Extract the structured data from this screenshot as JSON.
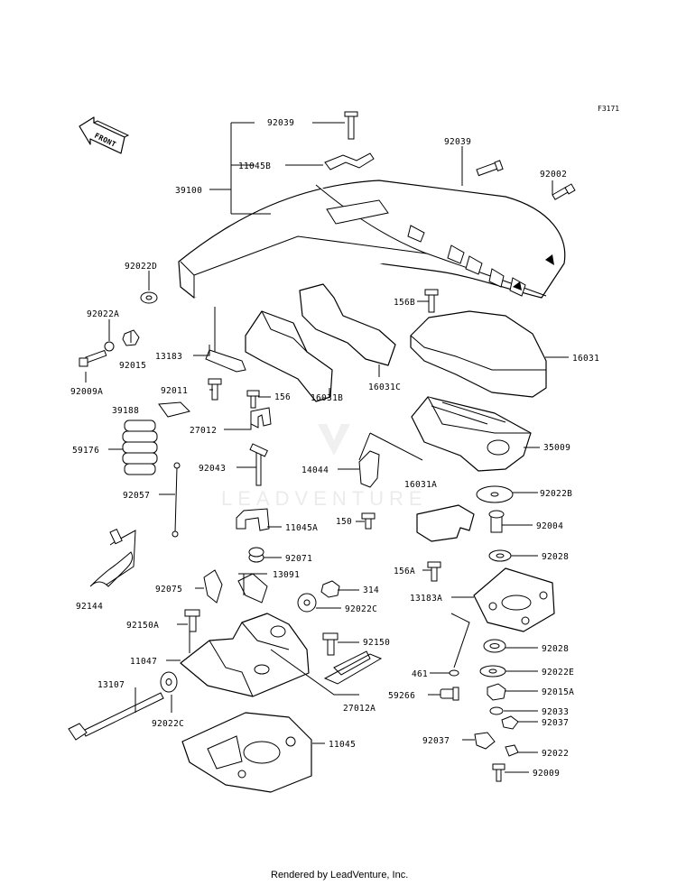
{
  "figure_id": "F3171",
  "front_arrow_label": "FRONT",
  "watermark": "LEADVENTURE",
  "footer": "Rendered by LeadVenture, Inc.",
  "callouts": [
    {
      "id": "c-92039-a",
      "label": "92039"
    },
    {
      "id": "c-11045b",
      "label": "11045B"
    },
    {
      "id": "c-39100",
      "label": "39100"
    },
    {
      "id": "c-92039-b",
      "label": "92039"
    },
    {
      "id": "c-92002",
      "label": "92002"
    },
    {
      "id": "c-92022d",
      "label": "92022D"
    },
    {
      "id": "c-92022a",
      "label": "92022A"
    },
    {
      "id": "c-92015",
      "label": "92015"
    },
    {
      "id": "c-92009a",
      "label": "92009A"
    },
    {
      "id": "c-13183",
      "label": "13183"
    },
    {
      "id": "c-156b",
      "label": "156B"
    },
    {
      "id": "c-16031",
      "label": "16031"
    },
    {
      "id": "c-16031c",
      "label": "16031C"
    },
    {
      "id": "c-92011",
      "label": "92011"
    },
    {
      "id": "c-156",
      "label": "156"
    },
    {
      "id": "c-39188",
      "label": "39188"
    },
    {
      "id": "c-16031b",
      "label": "16031B"
    },
    {
      "id": "c-27012",
      "label": "27012"
    },
    {
      "id": "c-59176",
      "label": "59176"
    },
    {
      "id": "c-35009",
      "label": "35009"
    },
    {
      "id": "c-92043",
      "label": "92043"
    },
    {
      "id": "c-14044",
      "label": "14044"
    },
    {
      "id": "c-16031a",
      "label": "16031A"
    },
    {
      "id": "c-92022b",
      "label": "92022B"
    },
    {
      "id": "c-92057",
      "label": "92057"
    },
    {
      "id": "c-11045a",
      "label": "11045A"
    },
    {
      "id": "c-150",
      "label": "150"
    },
    {
      "id": "c-92004",
      "label": "92004"
    },
    {
      "id": "c-92071",
      "label": "92071"
    },
    {
      "id": "c-92028-a",
      "label": "92028"
    },
    {
      "id": "c-156a",
      "label": "156A"
    },
    {
      "id": "c-92075",
      "label": "92075"
    },
    {
      "id": "c-13091",
      "label": "13091"
    },
    {
      "id": "c-314",
      "label": "314"
    },
    {
      "id": "c-13183a",
      "label": "13183A"
    },
    {
      "id": "c-92144",
      "label": "92144"
    },
    {
      "id": "c-92022c-a",
      "label": "92022C"
    },
    {
      "id": "c-92150a",
      "label": "92150A"
    },
    {
      "id": "c-92150",
      "label": "92150"
    },
    {
      "id": "c-11047",
      "label": "11047"
    },
    {
      "id": "c-92028-b",
      "label": "92028"
    },
    {
      "id": "c-461",
      "label": "461"
    },
    {
      "id": "c-92022e",
      "label": "92022E"
    },
    {
      "id": "c-13107",
      "label": "13107"
    },
    {
      "id": "c-27012a",
      "label": "27012A"
    },
    {
      "id": "c-59266",
      "label": "59266"
    },
    {
      "id": "c-92015a",
      "label": "92015A"
    },
    {
      "id": "c-92033",
      "label": "92033"
    },
    {
      "id": "c-92022c-b",
      "label": "92022C"
    },
    {
      "id": "c-92037-a",
      "label": "92037"
    },
    {
      "id": "c-92037-b",
      "label": "92037"
    },
    {
      "id": "c-11045",
      "label": "11045"
    },
    {
      "id": "c-92022",
      "label": "92022"
    },
    {
      "id": "c-92009",
      "label": "92009"
    }
  ]
}
